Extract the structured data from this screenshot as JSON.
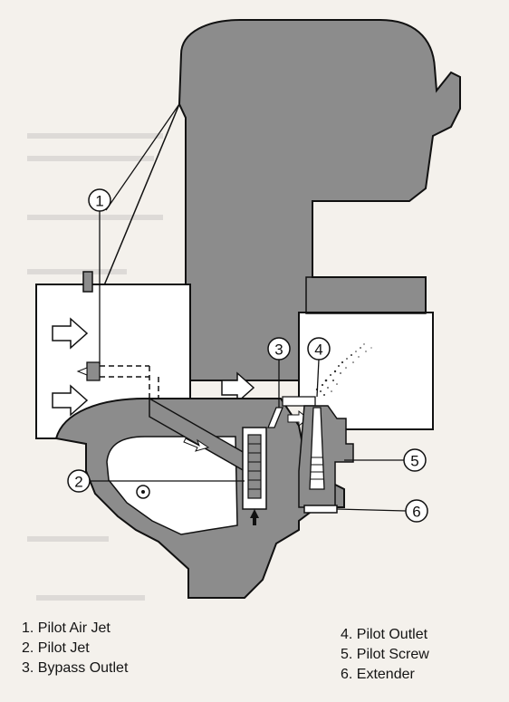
{
  "callouts": [
    {
      "number": "1",
      "name": "Pilot Air Jet"
    },
    {
      "number": "2",
      "name": "Pilot Jet"
    },
    {
      "number": "3",
      "name": "Bypass Outlet"
    },
    {
      "number": "4",
      "name": "Pilot Outlet"
    },
    {
      "number": "5",
      "name": "Pilot Screw"
    },
    {
      "number": "6",
      "name": "Extender"
    }
  ],
  "legend": {
    "left": [
      "1. Pilot Air Jet",
      "2. Pilot Jet",
      "3. Bypass Outlet"
    ],
    "right": [
      "4. Pilot Outlet",
      "5. Pilot Screw",
      "6. Extender"
    ]
  },
  "colors": {
    "body_fill": "#8c8c8c",
    "outline": "#111111",
    "paper": "#f4f1ec"
  }
}
